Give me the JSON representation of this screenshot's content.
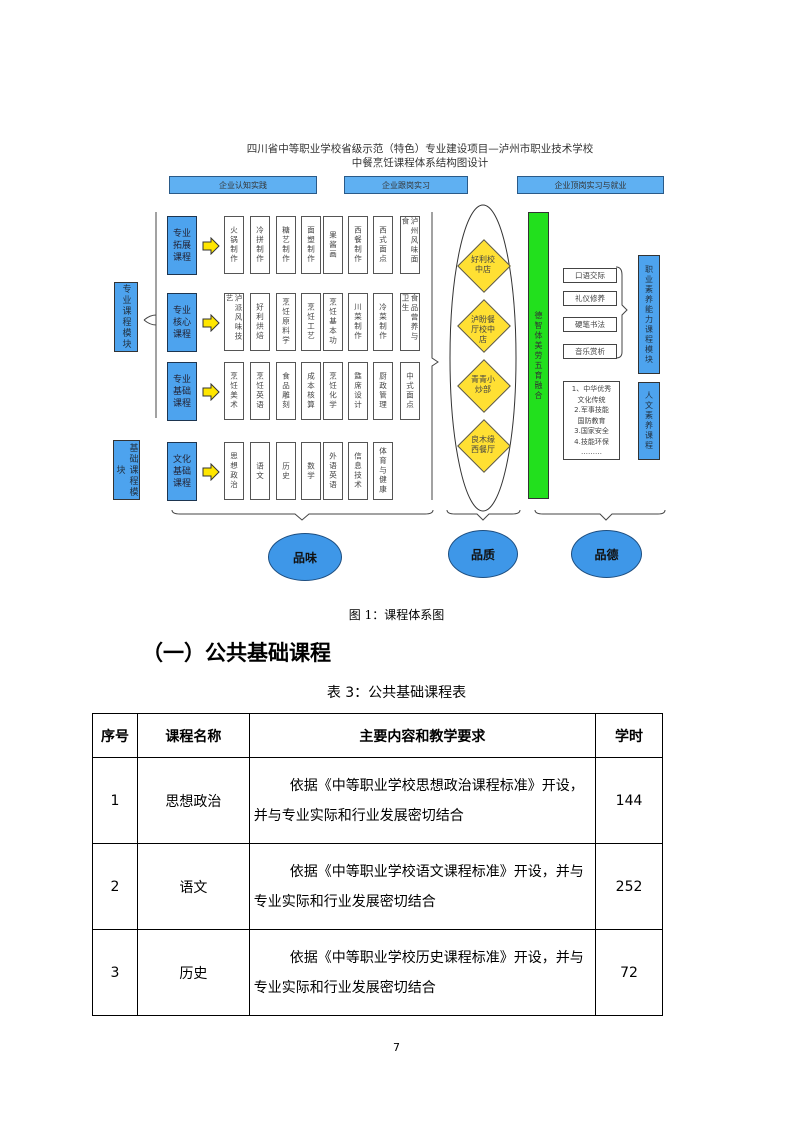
{
  "diagram": {
    "title_line1": "四川省中等职业学校省级示范（特色）专业建设项目—泸州市职业技术学校",
    "title_line2": "中餐烹饪课程体系结构图设计",
    "top_bars": [
      "企业认知实践",
      "企业跟岗实习",
      "企业顶岗实习与就业"
    ],
    "left_modules": [
      "专业课程模块",
      "基础课程模块"
    ],
    "rows": [
      {
        "category": "专业拓展课程",
        "courses": [
          "火锅制作",
          "冷拼制作",
          "糖艺制作",
          "面塑制作",
          "果酱画",
          "西餐制作",
          "西式面点",
          "泸州风味面食"
        ]
      },
      {
        "category": "专业核心课程",
        "courses": [
          "泸派风味技艺",
          "好利烘焙",
          "烹饪原料学",
          "烹饪工艺",
          "烹饪基本功",
          "川菜制作",
          "冷菜制作",
          "食品营养与卫生"
        ]
      },
      {
        "category": "专业基础课程",
        "courses": [
          "烹饪美术",
          "烹饪英语",
          "食品雕刻",
          "成本核算",
          "烹饪化学",
          "筵席设计",
          "厨政管理",
          "中式面点"
        ]
      },
      {
        "category": "文化基础课程",
        "courses": [
          "思想政治",
          "语文",
          "历史",
          "数学",
          "外语英语",
          "信息技术",
          "体育与健康"
        ]
      }
    ],
    "practice_sites": [
      "好利校中店",
      "泸盼餐厅校中店",
      "青青小炒部",
      "良木缘西餐厅"
    ],
    "green_bar": "德智体美劳五育融合",
    "literacy_courses": [
      "口语交际",
      "礼仪修养",
      "硬笔书法",
      "音乐赏析"
    ],
    "literacy_module": "职业素养能力课程模块",
    "humanities_list": [
      "1、中华优秀",
      "文化传统",
      "2.军事技能",
      "国防教育",
      "3.国家安全",
      "4.技能环保",
      "………"
    ],
    "humanities_module": "人文素养课程",
    "qualities": [
      "品味",
      "品质",
      "品德"
    ]
  },
  "figure_caption": "图 1：课程体系图",
  "section_heading": "（一）公共基础课程",
  "table_caption": "表 3：公共基础课程表",
  "table": {
    "headers": [
      "序号",
      "课程名称",
      "主要内容和教学要求",
      "学时"
    ],
    "rows": [
      {
        "no": "1",
        "name": "思想政治",
        "content": "依据《中等职业学校思想政治课程标准》开设，并与专业实际和行业发展密切结合",
        "hours": "144"
      },
      {
        "no": "2",
        "name": "语文",
        "content": "依据《中等职业学校语文课程标准》开设，并与专业实际和行业发展密切结合",
        "hours": "252"
      },
      {
        "no": "3",
        "name": "历史",
        "content": "依据《中等职业学校历史课程标准》开设，并与专业实际和行业发展密切结合",
        "hours": "72"
      }
    ]
  },
  "page_number": "7"
}
